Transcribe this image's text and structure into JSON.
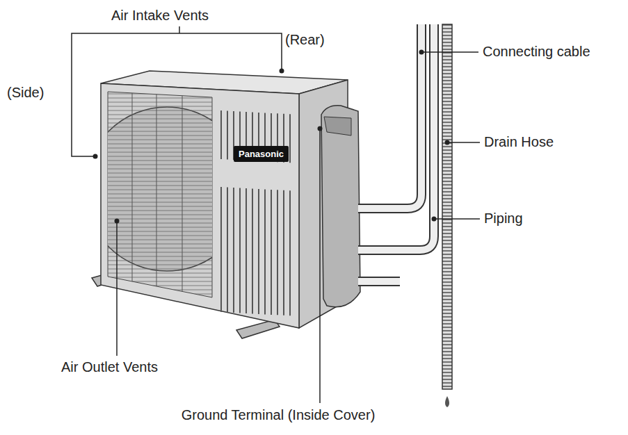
{
  "diagram": {
    "nodes": [
      {
        "text": [
          "Panasonic"
        ]
      }
    ],
    "labels": [
      "Air Intake Vents",
      "(Rear)",
      "(Side)",
      "Connecting cable",
      "Drain Hose",
      "Piping",
      "Air Outlet Vents",
      "Ground Terminal (Inside Cover)"
    ]
  }
}
